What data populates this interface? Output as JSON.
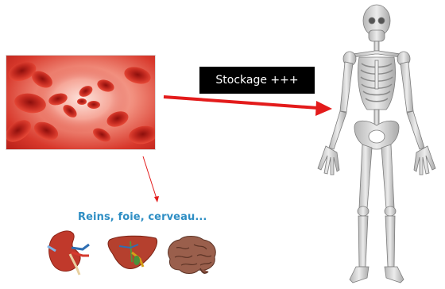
{
  "diagram": {
    "storage_label": "Stockage +++",
    "organs_label": "Reins, foie, cerveau...",
    "organs": [
      {
        "name": "kidney"
      },
      {
        "name": "liver"
      },
      {
        "name": "brain"
      }
    ]
  },
  "colors": {
    "arrow": "#e31b1b",
    "organs_text": "#2e8ec4",
    "label_bg": "#000000",
    "blood": "#d8392c",
    "bone": "#d9d9d9"
  }
}
